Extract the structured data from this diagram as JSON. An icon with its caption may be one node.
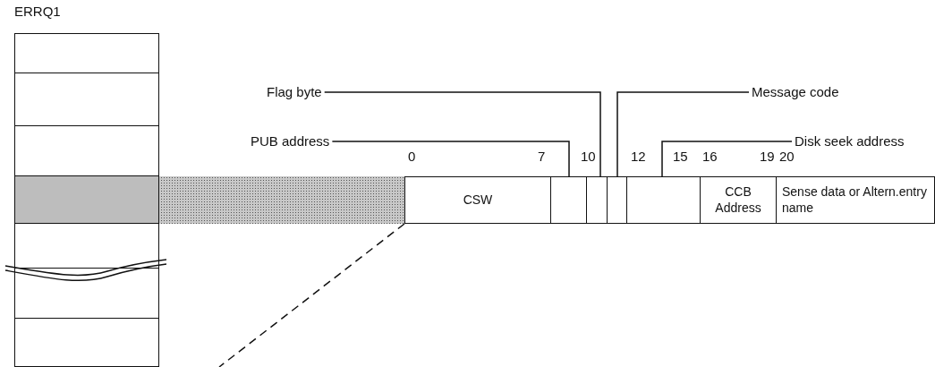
{
  "diagram": {
    "nodes": [
      {
        "text": [
          "ERRQ1"
        ]
      },
      {
        "text": [],
        "shape": "box",
        "in": 0
      },
      {
        "text": [],
        "shape": "box",
        "in": 0
      },
      {
        "text": [],
        "shape": "box",
        "in": 0
      },
      {
        "text": [],
        "shape": "box",
        "in": 0
      },
      {
        "text": [],
        "shape": "box",
        "in": 0
      },
      {
        "text": [],
        "shape": "box",
        "in": 0
      },
      {
        "text": [],
        "shape": "box",
        "in": 0
      },
      {
        "text": [
          "Flag byte"
        ]
      },
      {
        "text": [
          "Message code"
        ]
      },
      {
        "text": [
          "PUB address"
        ]
      },
      {
        "text": [
          "Disk seek address"
        ]
      },
      {
        "text": [
          "CSW"
        ]
      },
      {
        "text": [],
        "shape": "box"
      },
      {
        "text": [],
        "shape": "box"
      },
      {
        "text": [],
        "shape": "box"
      },
      {
        "text": [],
        "shape": "box"
      },
      {
        "text": [
          "CCB Address"
        ]
      },
      {
        "text": [
          "Sense data or Altern.entry name"
        ]
      }
    ],
    "edges": [
      {
        "from": 8,
        "to": 14,
        "arrow": "none"
      },
      {
        "from": 9,
        "to": 15,
        "arrow": "none"
      },
      {
        "from": 10,
        "to": 13,
        "arrow": "none"
      },
      {
        "from": 11,
        "to": 16,
        "arrow": "none"
      }
    ],
    "labels": [
      "0",
      "7",
      "10",
      "12",
      "15",
      "16",
      "19",
      "20"
    ]
  }
}
